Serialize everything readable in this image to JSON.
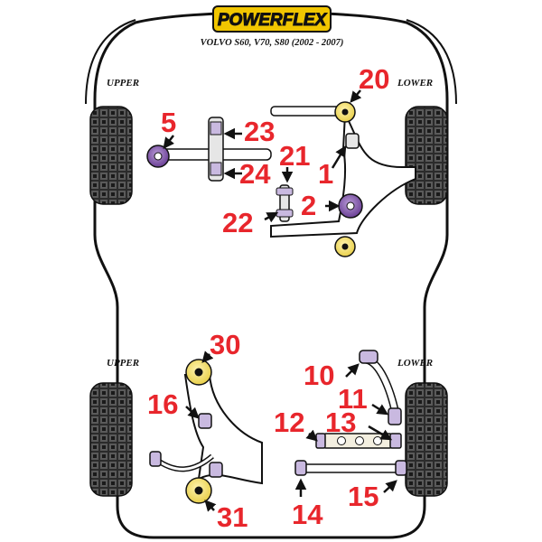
{
  "brand": {
    "logo_text": "POWERFLEX",
    "subtitle": "VOLVO S60, V70, S80 (2002 - 2007)"
  },
  "front": {
    "upper_label": "UPPER",
    "lower_label": "LOWER"
  },
  "rear": {
    "upper_label": "UPPER",
    "lower_label": "LOWER"
  },
  "parts": {
    "p1": "1",
    "p2": "2",
    "p5": "5",
    "p10": "10",
    "p11": "11",
    "p12": "12",
    "p13": "13",
    "p14": "14",
    "p15": "15",
    "p16": "16",
    "p20": "20",
    "p21": "21",
    "p22": "22",
    "p23": "23",
    "p24": "24",
    "p30": "30",
    "p31": "31"
  },
  "colors": {
    "label_red": "#e8262c",
    "bush_purple": "#7a4fa3",
    "bush_yellow": "#f3df72",
    "outline": "#111111"
  }
}
